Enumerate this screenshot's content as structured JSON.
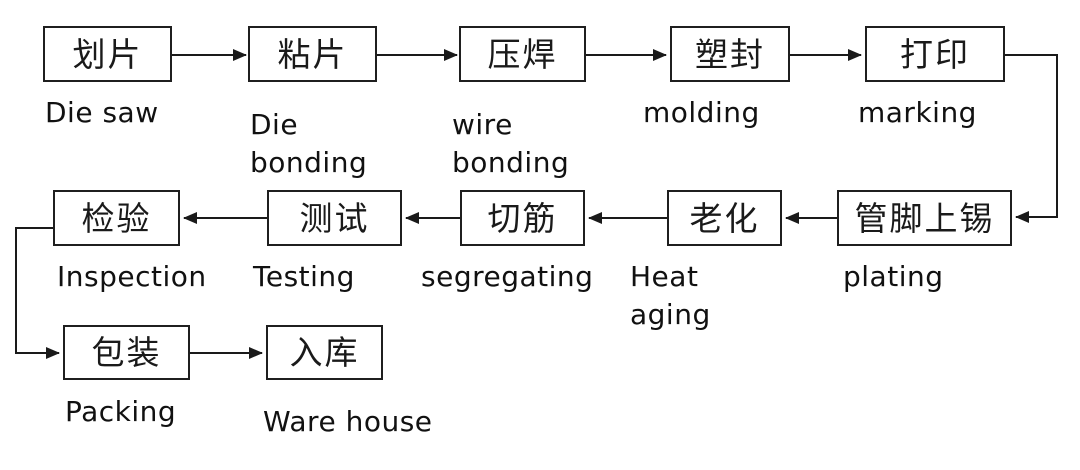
{
  "nodes": [
    {
      "id": "die-saw",
      "zh": "划片",
      "en": "Die saw"
    },
    {
      "id": "die-bonding",
      "zh": "粘片",
      "en": "Die\nbonding"
    },
    {
      "id": "wire-bonding",
      "zh": "压焊",
      "en": "wire\nbonding"
    },
    {
      "id": "molding",
      "zh": "塑封",
      "en": "molding"
    },
    {
      "id": "marking",
      "zh": "打印",
      "en": "marking"
    },
    {
      "id": "plating",
      "zh": "管脚上锡",
      "en": "plating"
    },
    {
      "id": "heat-aging",
      "zh": "老化",
      "en": "Heat\naging"
    },
    {
      "id": "segregating",
      "zh": "切筋",
      "en": "segregating"
    },
    {
      "id": "testing",
      "zh": "测试",
      "en": "Testing"
    },
    {
      "id": "inspection",
      "zh": "检验",
      "en": "Inspection"
    },
    {
      "id": "packing",
      "zh": "包装",
      "en": "Packing"
    },
    {
      "id": "warehouse",
      "zh": "入库",
      "en": "Ware house"
    }
  ],
  "edges": [
    {
      "from": "die-saw",
      "to": "die-bonding"
    },
    {
      "from": "die-bonding",
      "to": "wire-bonding"
    },
    {
      "from": "wire-bonding",
      "to": "molding"
    },
    {
      "from": "molding",
      "to": "marking"
    },
    {
      "from": "marking",
      "to": "plating"
    },
    {
      "from": "plating",
      "to": "heat-aging"
    },
    {
      "from": "heat-aging",
      "to": "segregating"
    },
    {
      "from": "segregating",
      "to": "testing"
    },
    {
      "from": "testing",
      "to": "inspection"
    },
    {
      "from": "inspection",
      "to": "packing"
    },
    {
      "from": "packing",
      "to": "warehouse"
    }
  ],
  "colors": {
    "line": "#1a1a1a",
    "box_border": "#1f1f1f",
    "text": "#111111",
    "background": "#ffffff"
  }
}
